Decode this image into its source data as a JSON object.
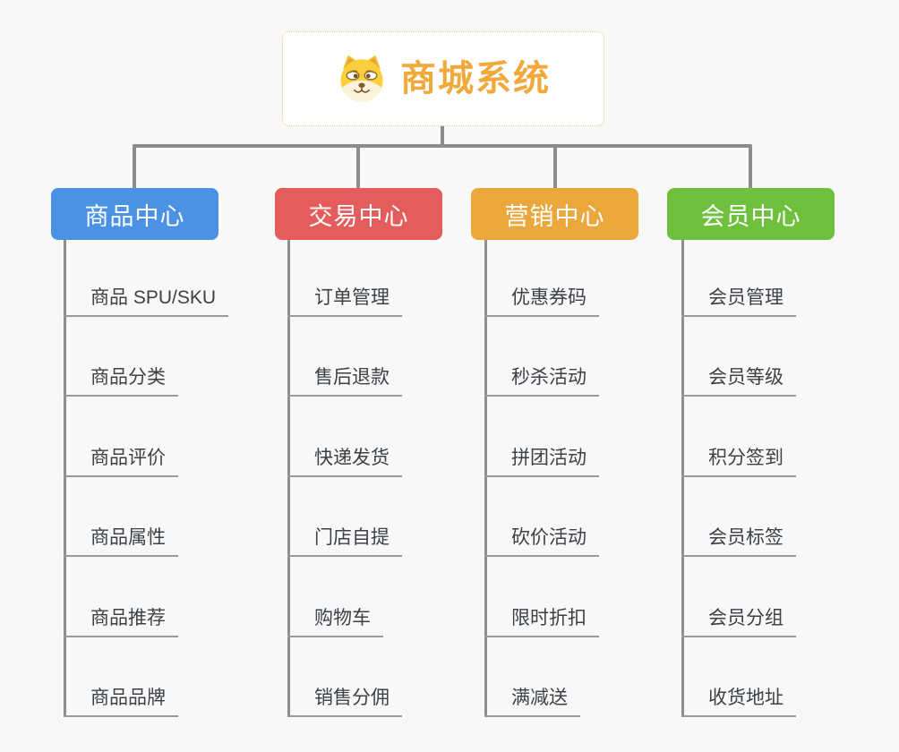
{
  "root": {
    "title": "商城系统",
    "icon": "shiba-dog-icon",
    "title_color": "#F2A93C",
    "border_color": "#F0C27E"
  },
  "connector_color": "#8C8C8C",
  "branches": [
    {
      "label": "商品中心",
      "color": "#4B92E5",
      "items": [
        "商品 SPU/SKU",
        "商品分类",
        "商品评价",
        "商品属性",
        "商品推荐",
        "商品品牌"
      ]
    },
    {
      "label": "交易中心",
      "color": "#E45C5C",
      "items": [
        "订单管理",
        "售后退款",
        "快递发货",
        "门店自提",
        "购物车",
        "销售分佣"
      ]
    },
    {
      "label": "营销中心",
      "color": "#EAA83C",
      "items": [
        "优惠券码",
        "秒杀活动",
        "拼团活动",
        "砍价活动",
        "限时折扣",
        "满减送"
      ]
    },
    {
      "label": "会员中心",
      "color": "#6EC03D",
      "items": [
        "会员管理",
        "会员等级",
        "积分签到",
        "会员标签",
        "会员分组",
        "收货地址"
      ]
    }
  ]
}
